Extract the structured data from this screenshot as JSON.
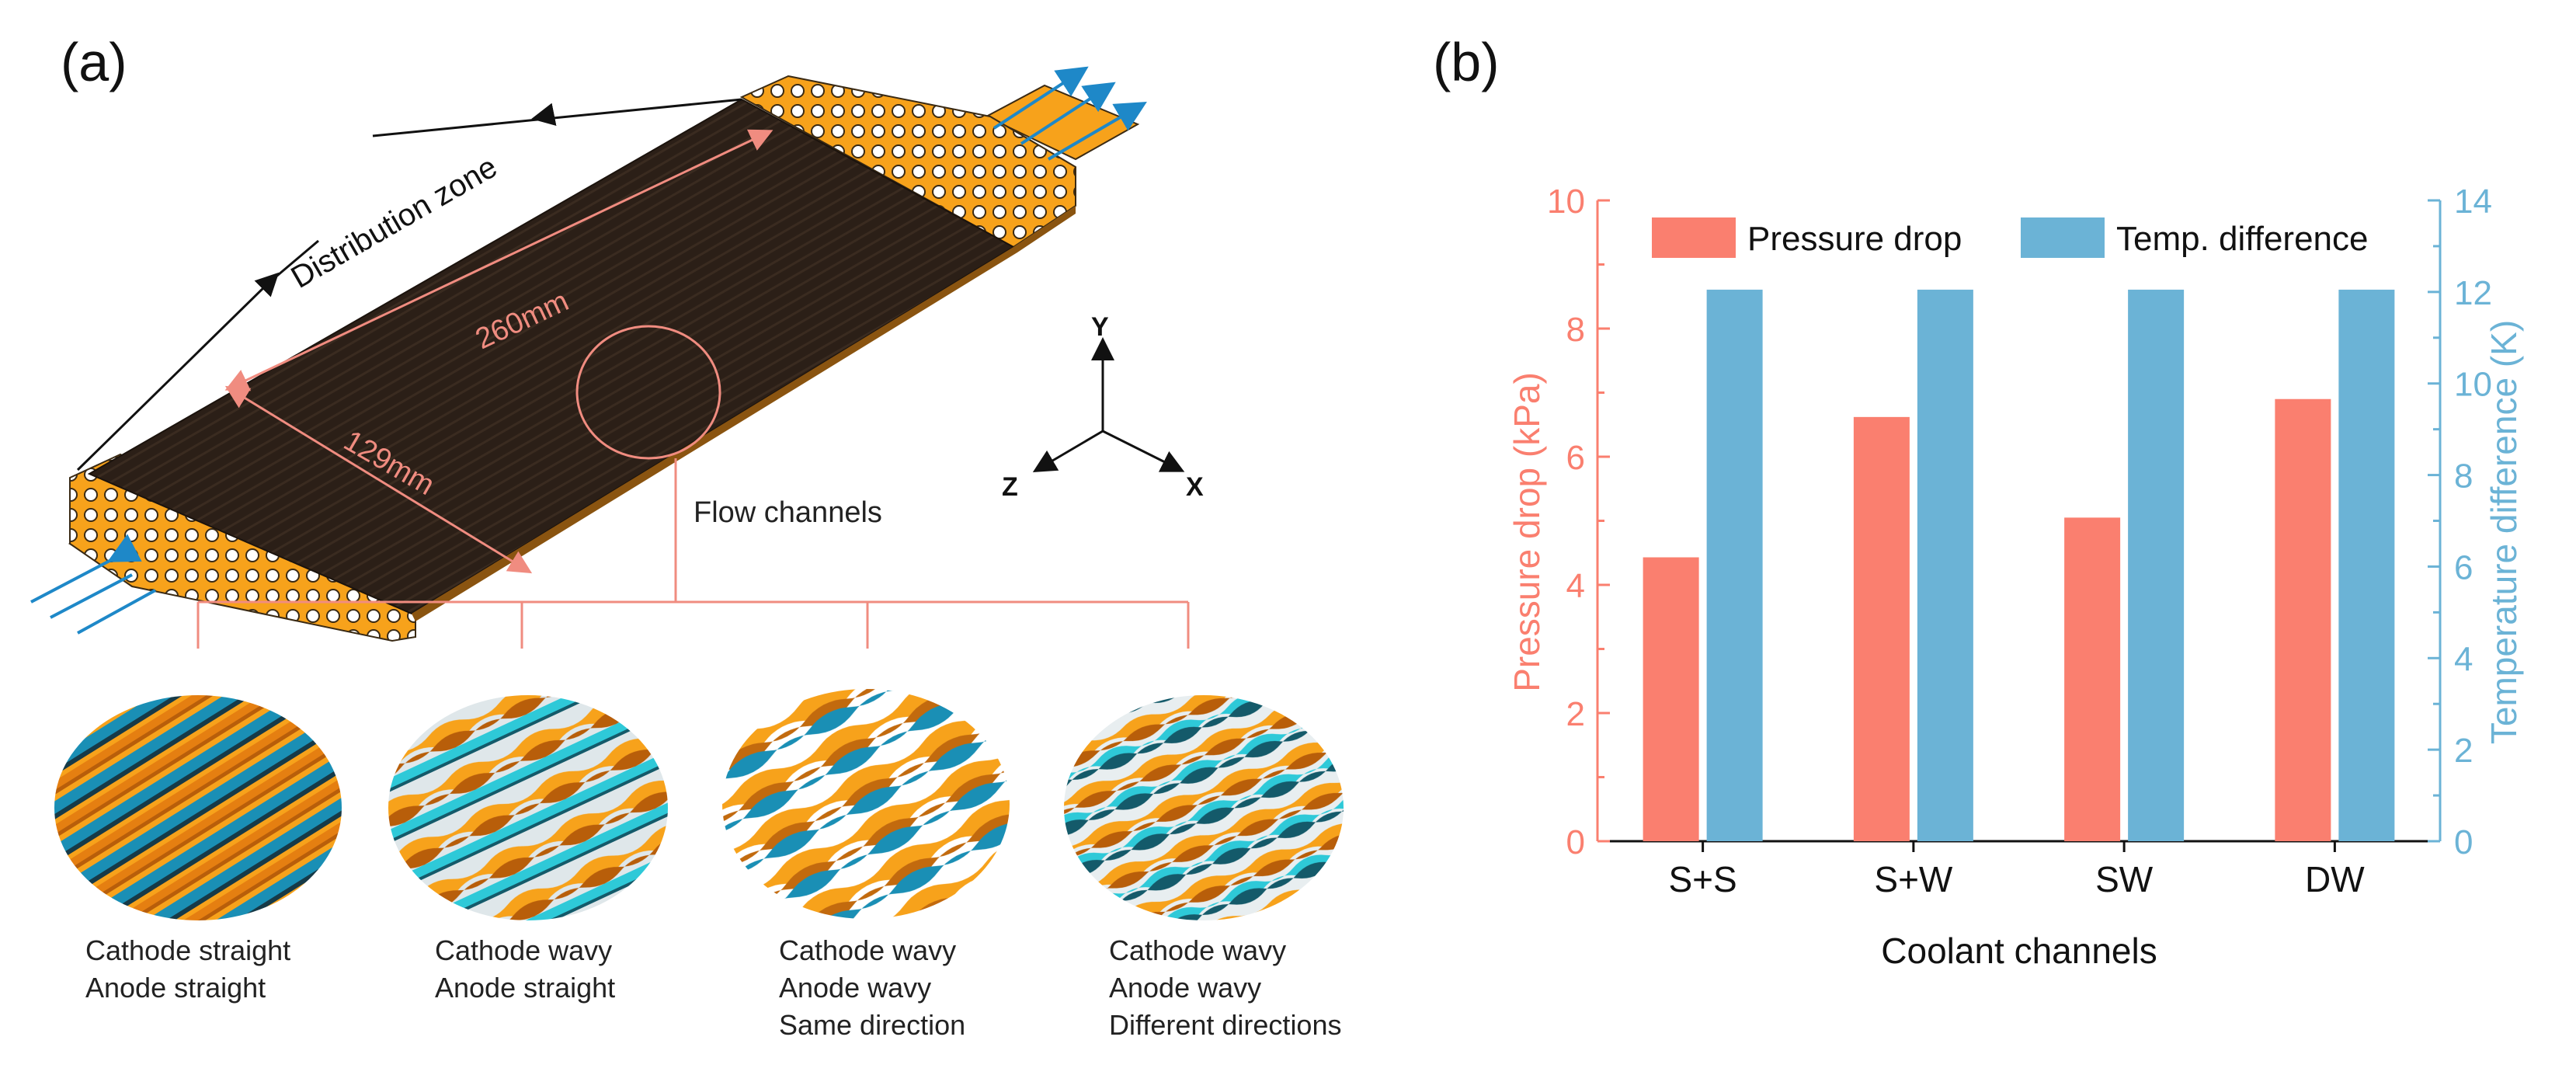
{
  "panel_a": {
    "label": "(a)",
    "distribution_zone_label": "Distribution zone",
    "length_label": "260mm",
    "width_label": "129mm",
    "flow_channels_label": "Flow channels",
    "axes": {
      "x": "X",
      "y": "Y",
      "z": "Z"
    },
    "variants": [
      {
        "lines": [
          "Cathode straight",
          "Anode straight"
        ]
      },
      {
        "lines": [
          "Cathode wavy",
          "Anode straight"
        ]
      },
      {
        "lines": [
          "Cathode wavy",
          "Anode wavy",
          "Same direction"
        ]
      },
      {
        "lines": [
          "Cathode wavy",
          "Anode wavy",
          "Different directions"
        ]
      }
    ]
  },
  "panel_b": {
    "label": "(b)"
  },
  "colors": {
    "pressure": "#FA7F6F",
    "temperature": "#6BB3D6",
    "plate": "#2b1f17",
    "frame": "#F7A21B",
    "annotation": "#F08C80",
    "arrow": "#1E88C8"
  },
  "chart_data": {
    "type": "bar",
    "categories": [
      "S+S",
      "S+W",
      "SW",
      "DW"
    ],
    "xlabel": "Coolant channels",
    "series": [
      {
        "name": "Pressure drop",
        "axis": "left",
        "values": [
          4.43,
          6.62,
          5.05,
          6.9
        ]
      },
      {
        "name": "Temp. difference",
        "axis": "right",
        "values": [
          12.05,
          12.05,
          12.05,
          12.05
        ]
      }
    ],
    "y_left": {
      "label": "Pressure drop (kPa)",
      "lim": [
        0,
        10
      ],
      "ticks": [
        "0",
        "2",
        "4",
        "6",
        "8",
        "10"
      ]
    },
    "y_right": {
      "label": "Temperature difference (K)",
      "lim": [
        0,
        14
      ],
      "ticks": [
        "0",
        "2",
        "4",
        "6",
        "8",
        "10",
        "12",
        "14"
      ]
    },
    "legend_position": "top",
    "grid": false
  }
}
